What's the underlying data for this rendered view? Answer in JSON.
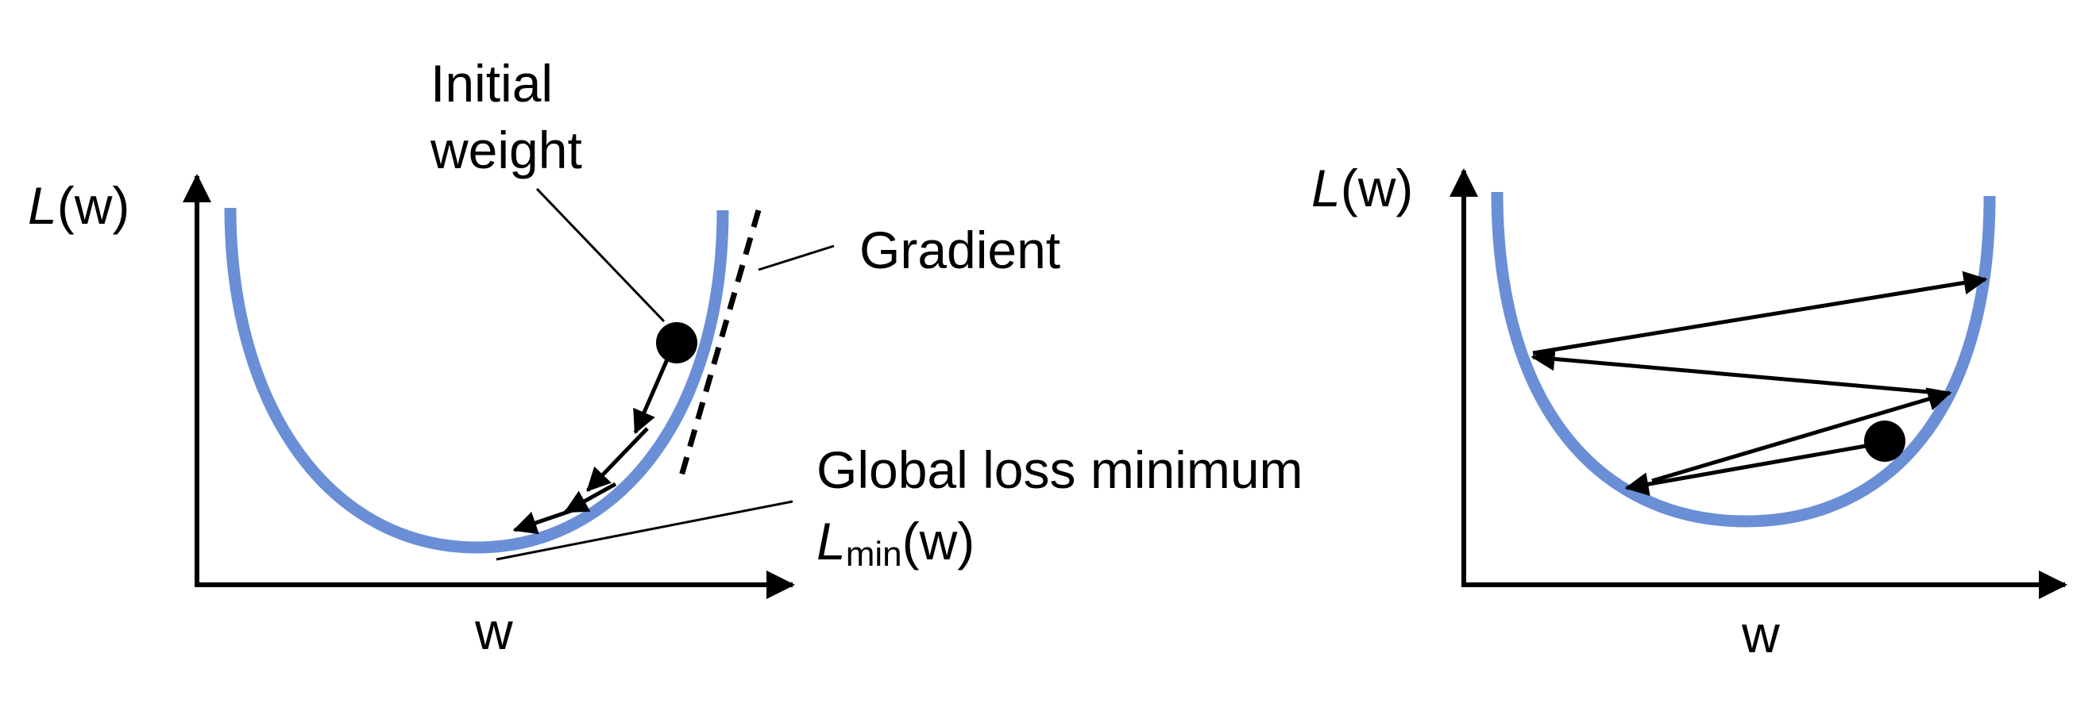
{
  "left_panel": {
    "y_axis_label": {
      "main": "L",
      "arg": "(w)"
    },
    "x_axis_label": "w",
    "annotations": {
      "initial_weight_line1": "Initial",
      "initial_weight_line2": "weight",
      "gradient": "Gradient",
      "global_min_line1": "Global loss minimum",
      "global_min_main": "L",
      "global_min_sub": "min",
      "global_min_arg": "(w)"
    }
  },
  "right_panel": {
    "y_axis_label": {
      "main": "L",
      "arg": "(w)"
    },
    "x_axis_label": "w"
  },
  "colors": {
    "curve": "#6a8fd6",
    "ink": "#000000",
    "background": "#ffffff"
  }
}
